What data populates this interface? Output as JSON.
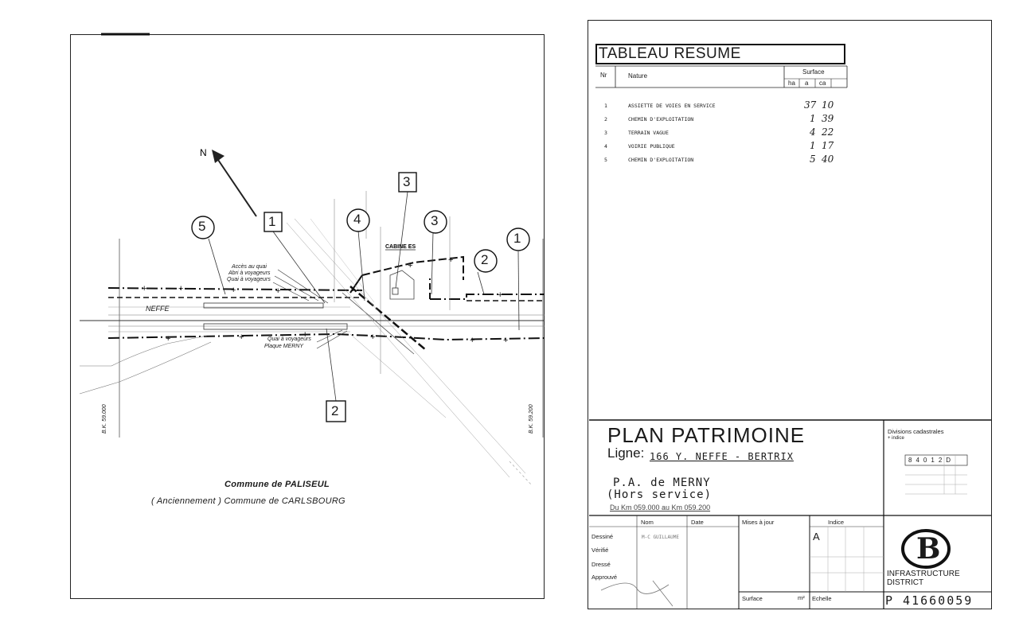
{
  "plan": {
    "north_label": "N",
    "boxed_labels": [
      "1",
      "3",
      "2"
    ],
    "circled_labels": [
      "5",
      "4",
      "3",
      "2",
      "1"
    ],
    "station_name": "NEFFE",
    "cabin_label": "CABINE ES",
    "annotations": [
      "Accès au quai",
      "Abri à voyageurs",
      "Quai à voyageurs",
      "Quai à voyageurs",
      "Plaque MERNY"
    ],
    "km_labels": [
      "B.K. 59.000",
      "B.K. 59.200"
    ],
    "commune_line1": "Commune de PALISEUL",
    "commune_line2": "( Anciennement )  Commune  de  CARLSBOURG"
  },
  "summary": {
    "title": "TABLEAU  RESUME",
    "col_nr": "Nr",
    "col_nature": "Nature",
    "col_surface": "Surface",
    "sub_ha": "ha",
    "sub_a": "a",
    "sub_ca": "ca",
    "rows": [
      {
        "nr": "1",
        "nature": "ASSIETTE DE VOIES EN SERVICE",
        "a": "37",
        "ca": "10"
      },
      {
        "nr": "2",
        "nature": "CHEMIN D'EXPLOITATION",
        "a": "1",
        "ca": "39"
      },
      {
        "nr": "3",
        "nature": "TERRAIN VAGUE",
        "a": "4",
        "ca": "22"
      },
      {
        "nr": "4",
        "nature": "VOIRIE PUBLIQUE",
        "a": "1",
        "ca": "17"
      },
      {
        "nr": "5",
        "nature": "CHEMIN D'EXPLOITATION",
        "a": "5",
        "ca": "40"
      }
    ]
  },
  "cartouche": {
    "title": "PLAN  PATRIMOINE",
    "ligne_label": "Ligne:",
    "ligne_value": "166  Y. NEFFE  -  BERTRIX",
    "place_line1": "P.A.  de MERNY",
    "place_line2": "(Hors service)",
    "range": "Du Km 059.000 au Km 059.200",
    "divisions_label": "Divisions cadastrales",
    "divisions_sub": "+ indice",
    "divisions_code": [
      "8",
      "4",
      "0",
      "1",
      "2",
      "D"
    ],
    "sig_headers": {
      "nom": "Nom",
      "date": "Date",
      "mises": "Mises à jour",
      "indice": "Indice"
    },
    "sig_rows": [
      "Dessiné",
      "Vérifié",
      "Dressé",
      "Approuvé"
    ],
    "dessine_nom": "M-C GUILLAUME",
    "indice_value": "A",
    "surface_label": "Surface",
    "surface_unit": "m²",
    "echelle_label": "Echelle",
    "logo_letter": "B",
    "infra_line1": "INFRASTRUCTURE",
    "infra_line2": "DISTRICT",
    "plan_number": "P 41660059"
  }
}
